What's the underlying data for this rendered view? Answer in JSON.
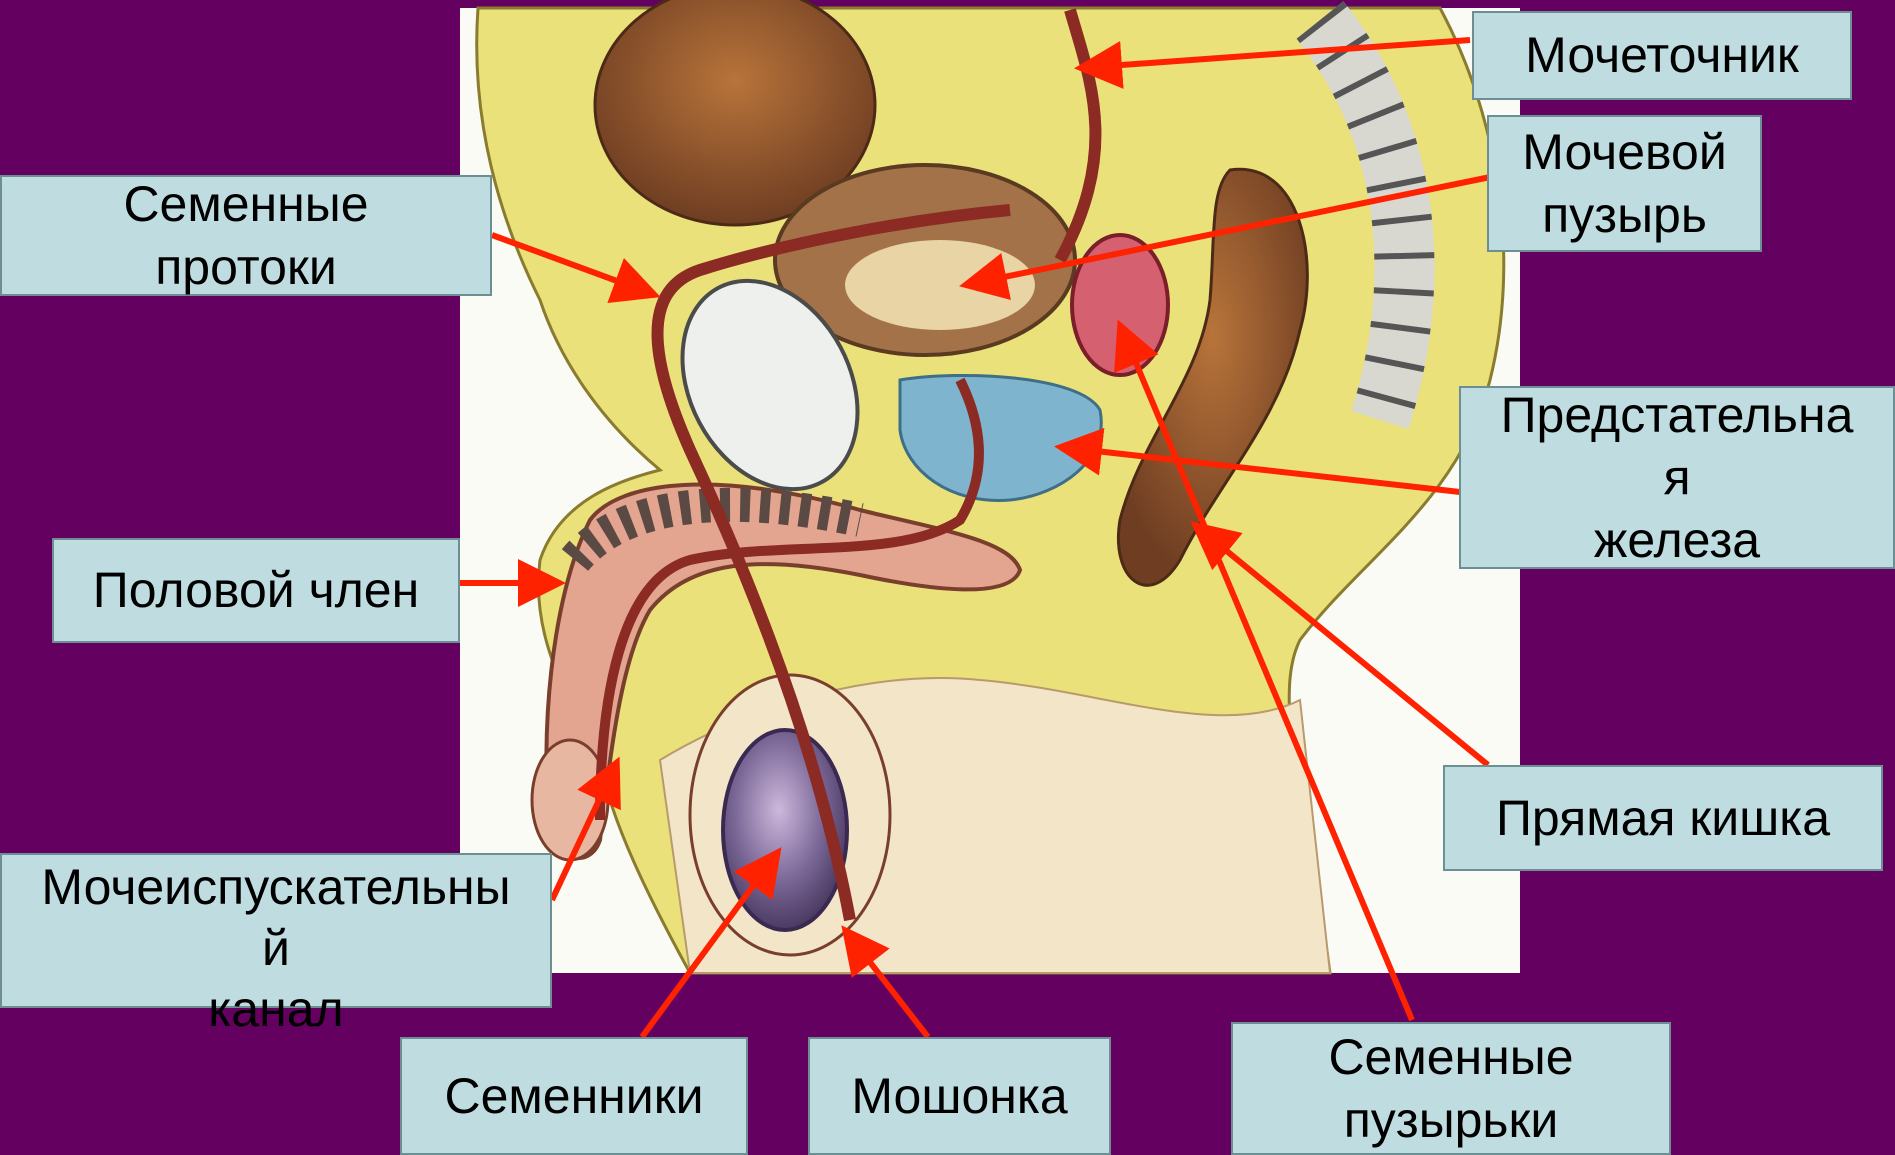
{
  "colors": {
    "background": "#630060",
    "label_fill": "#bfdde0",
    "arrow": "#ff2200",
    "illustration_bg": "#fbfbf6",
    "body_yellow": "#eae17a",
    "prostate_blue": "#7fb4cf",
    "testis_purple": "#7a6796"
  },
  "labels": {
    "ureter": "Мочеточник",
    "bladder": "Мочевой\nпузырь",
    "vas_deferens": "Семенные\nпротоки",
    "prostate": "Предстательна\nя\nжелеза",
    "penis": "Половой член",
    "rectum": "Прямая кишка",
    "urethra": "Мочеиспускательны\nй\nканал",
    "testes": "Семенники",
    "scrotum": "Мошонка",
    "seminal_vesicles": "Семенные\nпузырьки"
  }
}
